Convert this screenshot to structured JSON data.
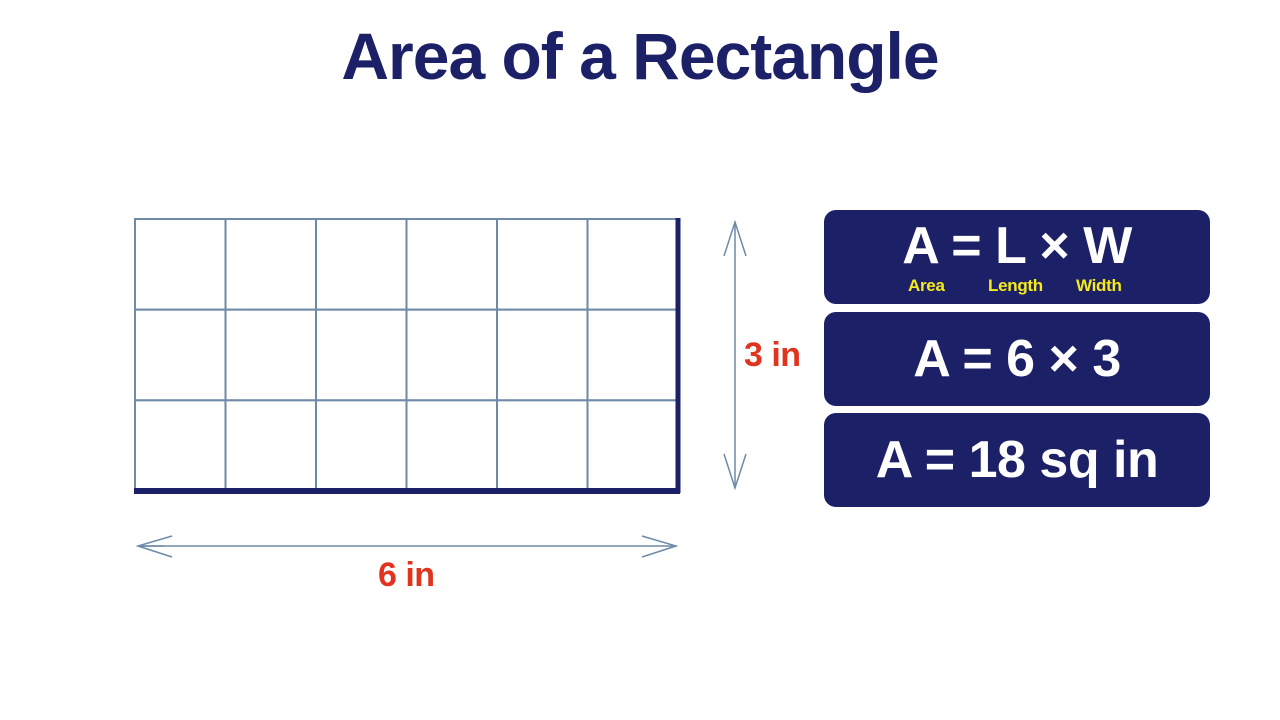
{
  "title": "Area of a Rectangle",
  "grid": {
    "columns": 6,
    "rows": 3,
    "line_color": "#6e8aa6",
    "edge_color": "#1c2067"
  },
  "dimensions": {
    "width_label": "6 in",
    "height_label": "3 in",
    "label_color": "#e1341e",
    "arrow_color": "#6e8aa6"
  },
  "formulas": {
    "general": "A = L × W",
    "legend": {
      "area": "Area",
      "length": "Length",
      "width": "Width"
    },
    "substituted": "A = 6 × 3",
    "result": "A = 18 sq in",
    "box_color": "#1c2067",
    "legend_color": "#f5ea1a"
  }
}
